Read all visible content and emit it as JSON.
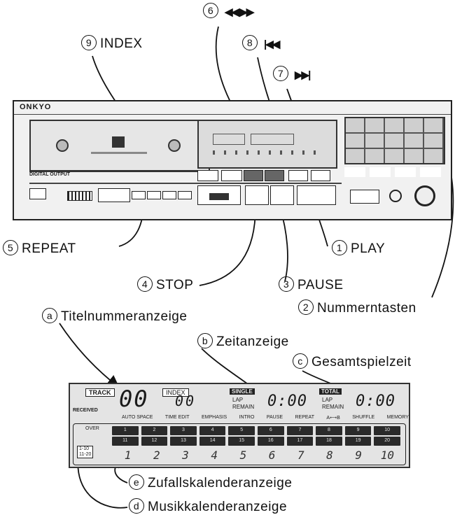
{
  "callouts": {
    "c9": {
      "num": "9",
      "text": "INDEX"
    },
    "c6": {
      "num": "6",
      "symbol": "◀◀ ▶▶"
    },
    "c8": {
      "num": "8",
      "symbol": "|◀◀"
    },
    "c7": {
      "num": "7",
      "symbol": "▶▶|"
    },
    "c5": {
      "num": "5",
      "text": "REPEAT"
    },
    "c1": {
      "num": "1",
      "text": "PLAY"
    },
    "c4": {
      "num": "4",
      "text": "STOP"
    },
    "c3": {
      "num": "3",
      "text": "PAUSE"
    },
    "c2": {
      "num": "2",
      "text": "Nummerntasten"
    },
    "ca": {
      "num": "a",
      "text": "Titelnummeranzeige"
    },
    "cb": {
      "num": "b",
      "text": "Zeitanzeige"
    },
    "cc": {
      "num": "c",
      "text": "Gesamtspielzeit"
    },
    "ce": {
      "num": "e",
      "text": "Zufallskalenderanzeige"
    },
    "cd": {
      "num": "d",
      "text": "Musikkalenderanzeige"
    }
  },
  "player": {
    "brand": "ONKYO",
    "digital_output": "DIGITAL OUTPUT"
  },
  "display": {
    "track_label": "TRACK",
    "track_digits": "00",
    "index_label": "INDEX",
    "index_digits": "00",
    "received": "RECEIVED",
    "single_label": "SINGLE",
    "total_label": "TOTAL",
    "lap": "LAP",
    "remain": "REMAIN",
    "time_single": "0:00",
    "time_total": "0:00",
    "modes": [
      "AUTO SPACE",
      "TIME EDIT",
      "EMPHASIS",
      "INTRO",
      "PAUSE",
      "REPEAT",
      "A⟷B",
      "SHUFFLE",
      "MEMORY"
    ],
    "over": "OVER",
    "range_a": "1-10",
    "range_b": "11-20",
    "calendar_top": [
      "1",
      "2",
      "3",
      "4",
      "5",
      "6",
      "7",
      "8",
      "9",
      "10"
    ],
    "calendar_bottom": [
      "11",
      "12",
      "13",
      "14",
      "15",
      "16",
      "17",
      "18",
      "19",
      "20"
    ],
    "shuffle_digits": [
      "1",
      "2",
      "3",
      "4",
      "5",
      "6",
      "7",
      "8",
      "9",
      "10"
    ]
  }
}
